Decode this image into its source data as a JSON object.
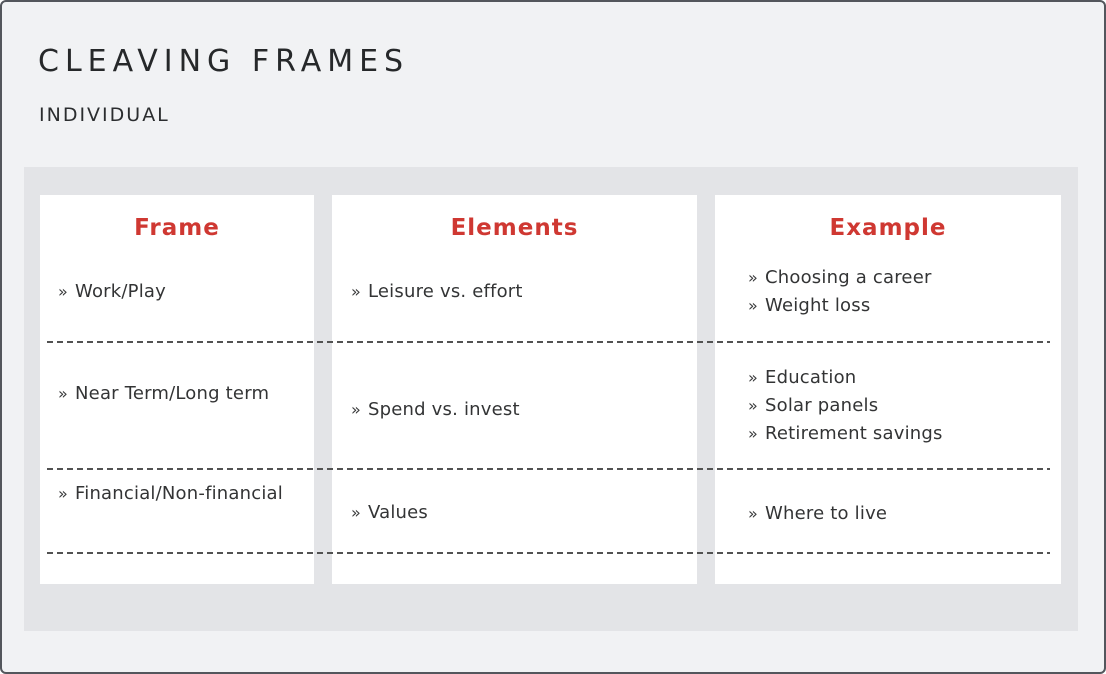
{
  "header": {
    "title": "CLEAVING FRAMES",
    "subtitle": "INDIVIDUAL"
  },
  "colors": {
    "accent_red": "#cf3832",
    "panel_gray": "#e3e4e7",
    "page_background": "#f1f2f4",
    "border_dark": "#53565c",
    "text_dark": "#333435"
  },
  "table": {
    "bullet": "»",
    "columns": [
      {
        "header": "Frame",
        "rows": [
          [
            "Work/Play"
          ],
          [
            "Near Term/Long term"
          ],
          [
            "Financial/Non-financial"
          ]
        ]
      },
      {
        "header": "Elements",
        "rows": [
          [
            "Leisure vs. effort"
          ],
          [
            "Spend vs. invest"
          ],
          [
            "Values"
          ]
        ]
      },
      {
        "header": "Example",
        "rows": [
          [
            "Choosing a career",
            "Weight loss"
          ],
          [
            "Education",
            "Solar panels",
            "Retirement savings"
          ],
          [
            "Where to live"
          ]
        ]
      }
    ]
  }
}
